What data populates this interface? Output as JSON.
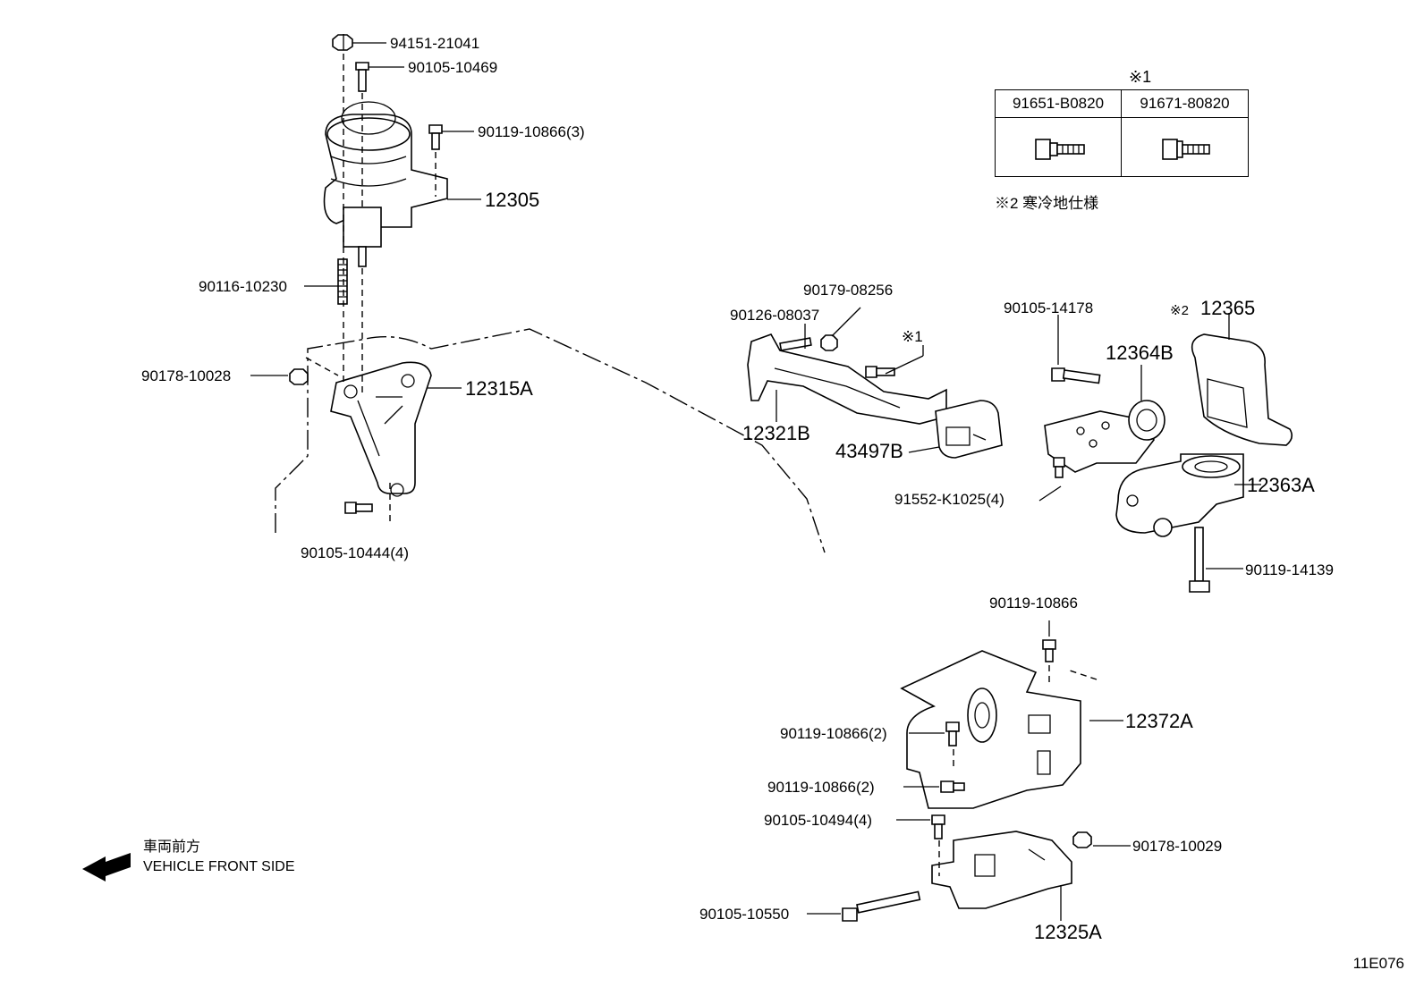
{
  "diagram": {
    "labels": {
      "p_94151_21041": "94151-21041",
      "p_90105_10469": "90105-10469",
      "p_90119_10866_3": "90119-10866(3)",
      "p_12305": "12305",
      "p_90116_10230": "90116-10230",
      "p_90178_10028": "90178-10028",
      "p_12315A": "12315A",
      "p_90105_10444_4": "90105-10444(4)",
      "p_90179_08256": "90179-08256",
      "p_90126_08037": "90126-08037",
      "p_ref1": "※1",
      "p_12321B": "12321B",
      "p_43497B": "43497B",
      "p_90105_14178": "90105-14178",
      "p_12364B": "12364B",
      "p_ref2": "※2",
      "p_12365": "12365",
      "p_91552_K1025_4": "91552-K1025(4)",
      "p_12363A": "12363A",
      "p_90119_14139": "90119-14139",
      "p_90119_10866": "90119-10866",
      "p_12372A": "12372A",
      "p_90119_10866_2a": "90119-10866(2)",
      "p_90119_10866_2b": "90119-10866(2)",
      "p_90105_10494_4": "90105-10494(4)",
      "p_90178_10029": "90178-10029",
      "p_90105_10550": "90105-10550",
      "p_12325A": "12325A"
    },
    "reference_table": {
      "heading": "※1",
      "columns": [
        "91651-B0820",
        "91671-80820"
      ]
    },
    "note": "※2 寒冷地仕様",
    "front_direction": {
      "jp": "車両前方",
      "en": "VEHICLE FRONT SIDE"
    },
    "diagram_code": "11E076"
  }
}
